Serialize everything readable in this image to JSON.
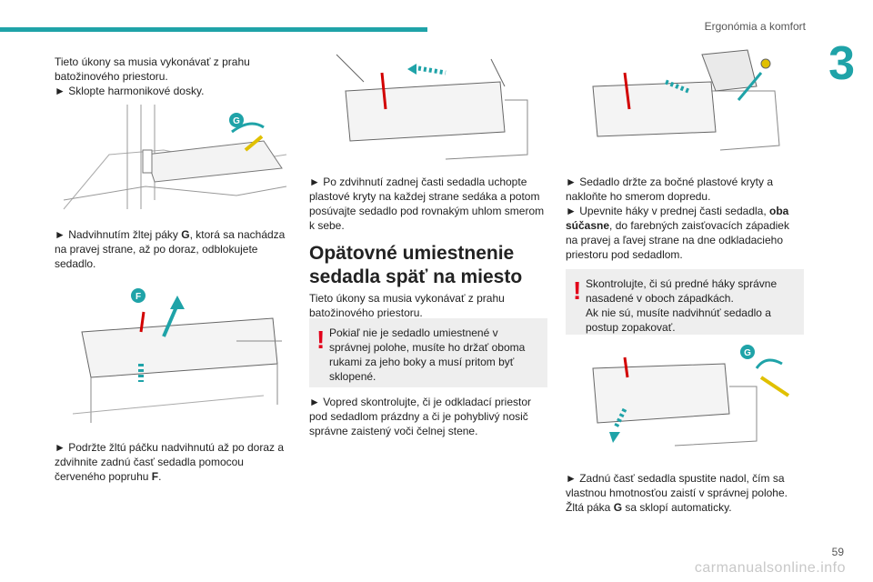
{
  "header": {
    "title": "Ergonómia a komfort",
    "chapter_number": "3",
    "accent_color": "#1fa3a8"
  },
  "col1": {
    "intro": "Tieto úkony sa musia vykonávať z prahu batožinového priestoru.",
    "step1": "► Sklopte harmonikové dosky.",
    "step2_pre": "► Nadvihnutím žltej páky ",
    "step2_bold": "G",
    "step2_post": ", ktorá sa nachádza na pravej strane, až po doraz, odblokujete sedadlo.",
    "step3_pre": "► Podržte žltú páčku nadvihnutú až po doraz a zdvihnite zadnú časť sedadla pomocou červeného popruhu ",
    "step3_bold": "F",
    "step3_post": ".",
    "label_g": "G",
    "label_f": "F"
  },
  "col2": {
    "step4": "► Po zdvihnutí zadnej časti sedadla uchopte plastové kryty na každej strane sedáka a potom posúvajte sedadlo pod rovnakým uhlom smerom k sebe.",
    "section_title": "Opätovné umiestnenie sedadla späť na miesto",
    "intro": "Tieto úkony sa musia vykonávať z prahu batožinového priestoru.",
    "warning": "Pokiaľ nie je sedadlo umiestnené v správnej polohe, musíte ho držať oboma rukami za jeho boky a musí pritom byť sklopené.",
    "step5": "► Vopred skontrolujte, či je odkladací priestor pod sedadlom prázdny a či je pohyblivý nosič správne zaistený voči čelnej stene."
  },
  "col3": {
    "step6": "► Sedadlo držte za bočné plastové kryty a nakloňte ho smerom dopredu.",
    "step7_pre": "► Upevnite háky v prednej časti sedadla, ",
    "step7_bold": "oba súčasne",
    "step7_post": ", do farebných zaisťovacích západiek na pravej a ľavej strane na dne odkladacieho priestoru pod sedadlom.",
    "warning": "Skontrolujte, či sú predné háky správne nasadené v oboch západkách.\nAk nie sú, musíte nadvihnúť sedadlo a postup zopakovať.",
    "step8": "► Zadnú časť sedadla spustite nadol, čím sa vlastnou hmotnosťou zaistí v správnej polohe.",
    "step9_pre": "Žltá páka ",
    "step9_bold": "G",
    "step9_post": " sa sklopí automaticky.",
    "label_g": "G"
  },
  "footer": {
    "page_number": "59",
    "watermark": "carmanualsonline.info"
  },
  "warning_icon": "exclamation-mark-icon"
}
